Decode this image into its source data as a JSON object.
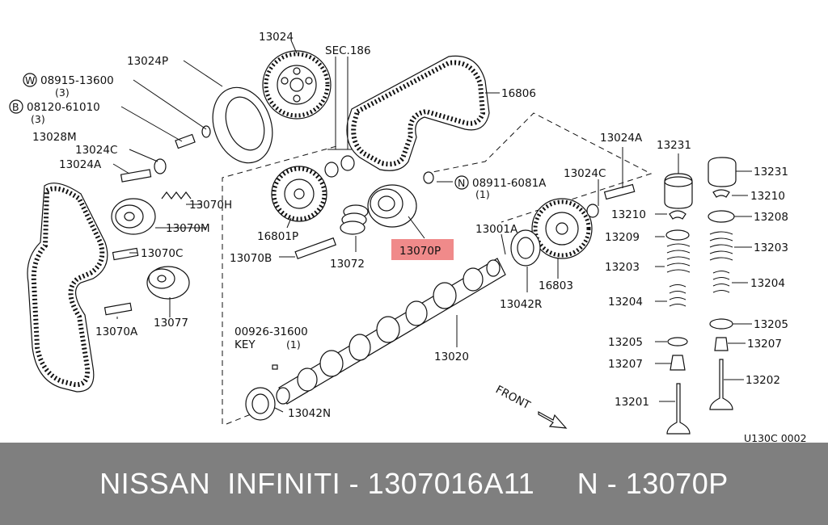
{
  "diagram": {
    "labels": {
      "p13024": "13024",
      "sec186": "SEC.186",
      "p13024P": "13024P",
      "w08915": "08915-13600",
      "q3a": "(3)",
      "b08120": "08120-61010",
      "q3b": "(3)",
      "p13028M": "13028M",
      "p13024C_l": "13024C",
      "p13024A_l": "13024A",
      "p13070H": "13070H",
      "p13070M": "13070M",
      "p13070C": "13070C",
      "p13070A": "13070A",
      "p13077": "13077",
      "p16806": "16806",
      "p16801P": "16801P",
      "p13070B": "13070B",
      "p13072": "13072",
      "p13070P": "13070P",
      "n08911": "08911-6081A",
      "q1": "(1)",
      "p13024A_r": "13024A",
      "p13024C_r": "13024C",
      "p13001A": "13001A",
      "p16803": "16803",
      "p13042R": "13042R",
      "p13020": "13020",
      "key_num": "00926-31600",
      "key_txt": "KEY",
      "key_qty": "(1)",
      "p13042N": "13042N",
      "front": "FRONT",
      "r13231a": "13231",
      "r13210a": "13210",
      "r13209": "13209",
      "r13203a": "13203",
      "r13204a": "13204",
      "r13205a": "13205",
      "r13207a": "13207",
      "r13201": "13201",
      "r13231b": "13231",
      "r13210b": "13210",
      "r13208": "13208",
      "r13203b": "13203",
      "r13204b": "13204",
      "r13205b": "13205",
      "r13207b": "13207",
      "r13202": "13202",
      "code": "U130C 0002",
      "circ_w": "W",
      "circ_b": "B",
      "circ_n": "N"
    },
    "highlight_color": "#f08a8a"
  },
  "footer": {
    "text": "NISSAN  INFINITI - 1307016A11     N - 13070P"
  },
  "colors": {
    "footer_bg": "#7f7f7f",
    "footer_text": "#ffffff"
  }
}
